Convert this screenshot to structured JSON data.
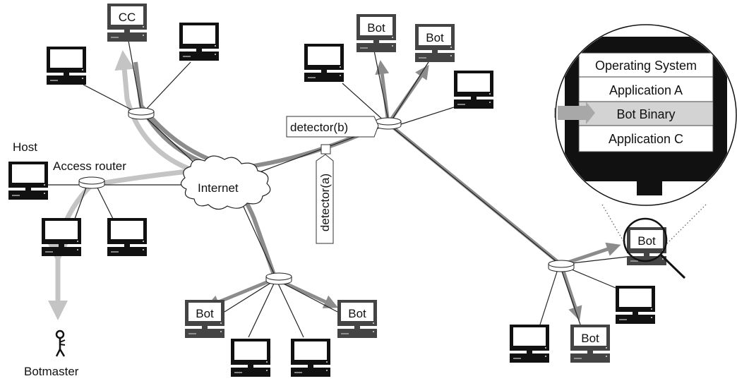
{
  "labels": {
    "host": "Host",
    "access_router": "Access router",
    "internet": "Internet",
    "detector_a": "detector(a)",
    "detector_b": "detector(b)",
    "botmaster": "Botmaster",
    "cc": "CC",
    "bot": "Bot"
  },
  "zoom_panel": {
    "layers": [
      "Operating System",
      "Application A",
      "Bot Binary",
      "Application C"
    ],
    "highlighted": "Bot Binary"
  },
  "colors": {
    "normal_host": "#111111",
    "bot_host": "#444444",
    "flow_light": "#c4c4c4",
    "flow_dark": "#8c8c8c",
    "highlight_row": "#d3d3d3"
  }
}
